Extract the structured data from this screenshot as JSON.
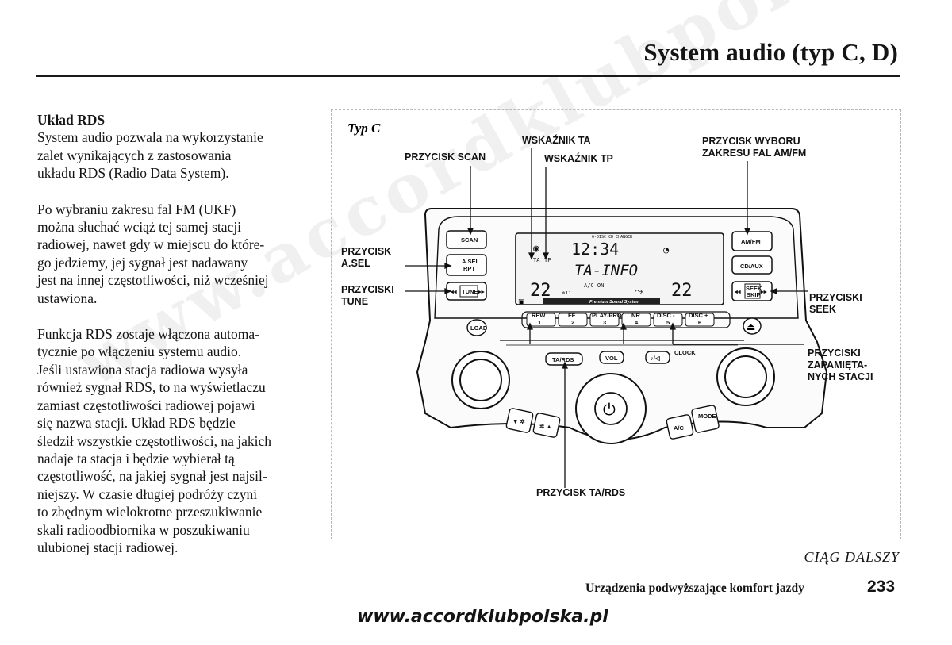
{
  "header": {
    "title": "System audio (typ C, D)"
  },
  "watermark": {
    "text": "www.accordklubpolska.pl"
  },
  "section": {
    "heading": "Układ RDS",
    "paragraphs": [
      [
        "System audio pozwala na wykorzystanie",
        "zalet wynikających z zastosowania",
        "układu RDS (Radio Data System)."
      ],
      [
        "Po wybraniu zakresu fal FM (UKF)",
        "można słuchać wciąż tej samej stacji",
        "radiowej, nawet gdy w miejscu do które-",
        "go jedziemy, jej sygnał jest nadawany",
        "jest na innej częstotliwości, niż wcześniej",
        "ustawiona."
      ],
      [
        "Funkcja RDS zostaje włączona automa-",
        "tycznie po włączeniu systemu audio.",
        "Jeśli ustawiona stacja radiowa wysyła",
        "również sygnał RDS, to na wyświetlaczu",
        "zamiast częstotliwości radiowej pojawi",
        "się nazwa stacji. Układ RDS będzie",
        "śledził wszystkie częstotliwości, na jakich",
        "nadaje ta stacja i będzie wybierał tą",
        "częstotliwość, na jakiej sygnał jest najsil-",
        "niejszy. W czasie długiej podróży czyni",
        "to zbędnym wielokrotne przeszukiwanie",
        "skali radioodbiornika w poszukiwaniu",
        "ulubionej stacji radiowej."
      ]
    ]
  },
  "figure": {
    "label": "Typ C",
    "callouts": {
      "wskaznik_ta": "WSKAŹNIK TA",
      "wskaznik_tp": "WSKAŹNIK TP",
      "scan": "PRZYCISK SCAN",
      "band_1": "PRZYCISK WYBORU",
      "band_2": "ZAKRESU FAL AM/FM",
      "asel_1": "PRZYCISK",
      "asel_2": "A.SEL",
      "tune_1": "PRZYCISKI",
      "tune_2": "TUNE",
      "seek_1": "PRZYCISKI",
      "seek_2": "SEEK",
      "preset_1": "PRZYCISKI",
      "preset_2": "ZAPAMIĘTA-",
      "preset_3": "NYCH STACJI",
      "tards": "PRZYCISK TA/RDS"
    },
    "buttons": {
      "scan": "SCAN",
      "asel_1": "A.SEL",
      "asel_2": "RPT",
      "tune": "TUNE",
      "amfm": "AM/FM",
      "cdaux": "CD/AUX",
      "seek_1": "SEEK",
      "seek_2": "SKIP",
      "load": "LOAD",
      "tards": "TA/RDS",
      "vol": "VOL",
      "clock": "CLOCK",
      "ac": "A/C",
      "mode": "MODE",
      "presets": [
        "1",
        "2",
        "3",
        "4",
        "5",
        "6"
      ],
      "preset_labels": [
        "REW",
        "FF",
        "PLAY/PROG",
        "NR",
        "DISC -",
        "DISC +"
      ],
      "fan_down": "▼ ✲",
      "fan_up": "✲ ▲"
    },
    "display": {
      "clock": "12:34",
      "main": "TA-INFO",
      "temp_left": "22",
      "temp_right": "22",
      "ac_status": "A/C ON",
      "ta": "TA",
      "tp": "TP",
      "brand": "Premium Sound System",
      "top_label": "6-DISC CD CHANGER"
    }
  },
  "footer": {
    "continued": "CIĄG DALSZY",
    "section_name": "Urządzenia podwyższające komfort jazdy",
    "page_number": "233",
    "website": "www.accordklubpolska.pl"
  }
}
